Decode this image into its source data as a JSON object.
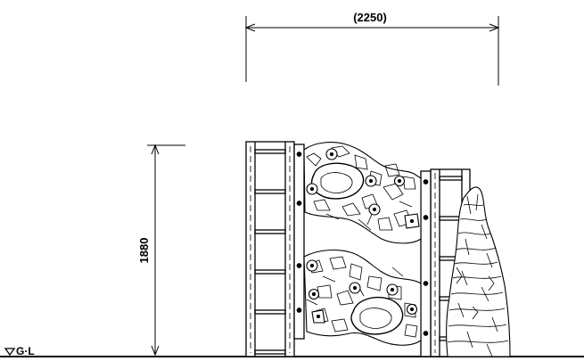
{
  "dimensions": {
    "width_label": "(2250)",
    "height_label": "1880"
  },
  "ground_line": {
    "label": "G·L"
  },
  "colors": {
    "line": "#000000",
    "background": "#ffffff"
  }
}
